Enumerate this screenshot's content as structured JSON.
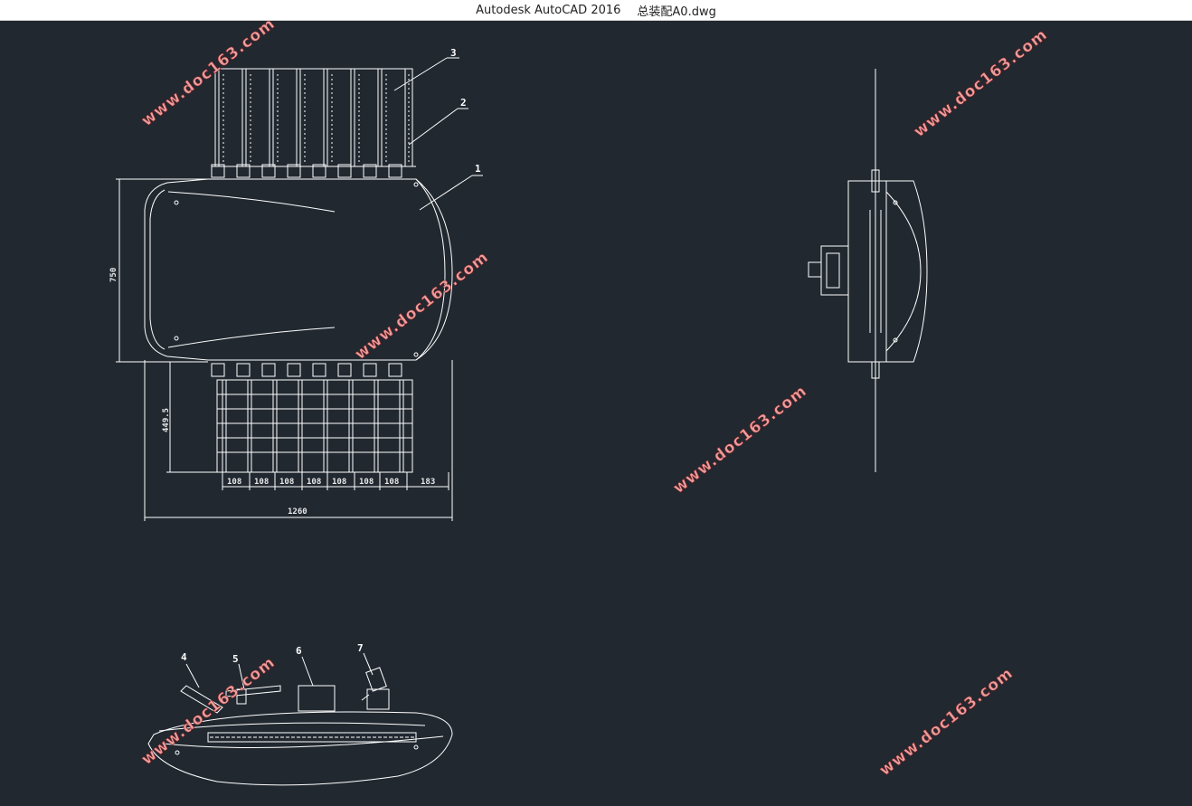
{
  "window": {
    "app_title": "Autodesk AutoCAD 2016",
    "file_name": "总装配A0.dwg"
  },
  "drawing": {
    "part_labels": [
      "1",
      "2",
      "3",
      "4",
      "5",
      "6",
      "7"
    ],
    "dimensions": {
      "height_main": "750",
      "tray_length": "449.5",
      "total_width": "1260",
      "slot_spacing": [
        "108",
        "108",
        "108",
        "108",
        "108",
        "108",
        "108"
      ],
      "end_spacing": "183"
    }
  },
  "watermark": {
    "text": "www.doc163.com",
    "color": "#e8a0a0"
  },
  "colors": {
    "background": "#212830",
    "line": "#ffffff",
    "titlebar": "#ffffff"
  }
}
